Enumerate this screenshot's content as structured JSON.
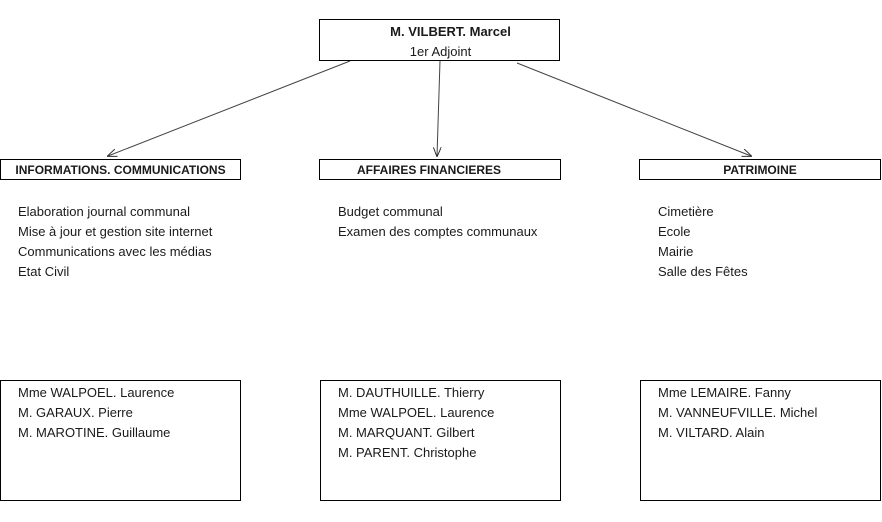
{
  "top": {
    "name": "M. VILBERT. Marcel",
    "role": "1er Adjoint"
  },
  "departments": [
    {
      "title": "INFORMATIONS. COMMUNICATIONS",
      "tasks": [
        "Elaboration journal communal",
        "Mise à jour et gestion site internet",
        "Communications avec les médias",
        "Etat Civil"
      ],
      "members": [
        "Mme WALPOEL. Laurence",
        "M. GARAUX. Pierre",
        "M. MAROTINE. Guillaume"
      ]
    },
    {
      "title": "AFFAIRES FINANCIERES",
      "tasks": [
        "Budget communal",
        "Examen des comptes communaux"
      ],
      "members": [
        "M. DAUTHUILLE. Thierry",
        "Mme WALPOEL. Laurence",
        "M. MARQUANT. Gilbert",
        "M. PARENT. Christophe"
      ]
    },
    {
      "title": "PATRIMOINE",
      "tasks": [
        "Cimetière",
        "Ecole",
        "Mairie",
        "Salle des Fêtes"
      ],
      "members": [
        "Mme LEMAIRE. Fanny",
        "M. VANNEUFVILLE. Michel",
        "M. VILTARD. Alain"
      ]
    }
  ]
}
